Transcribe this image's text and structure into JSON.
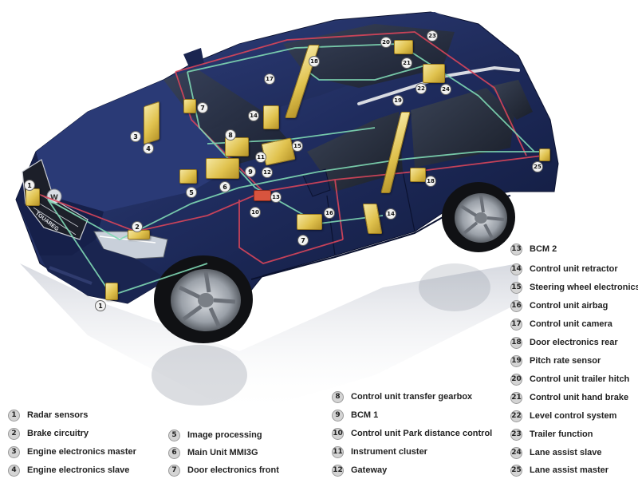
{
  "colors": {
    "body_paint": "#1f2c5e",
    "body_shadow": "#0f1838",
    "component": "#e3c75a",
    "wire_red": "#d8455a",
    "wire_green": "#7fd9b4",
    "legend_text": "#222222",
    "badge_fill": "#d4d4d4"
  },
  "vehicle": {
    "grille_text": "TOUAREG"
  },
  "legend": {
    "columns": [
      [
        {
          "num": "1",
          "label": "Radar sensors"
        },
        {
          "num": "2",
          "label": "Brake circuitry"
        },
        {
          "num": "3",
          "label": "Engine electronics master"
        },
        {
          "num": "4",
          "label": "Engine electronics slave"
        }
      ],
      [
        {
          "num": "5",
          "label": "Image processing"
        },
        {
          "num": "6",
          "label": "Main Unit MMI3G"
        },
        {
          "num": "7",
          "label": "Door electronics front"
        }
      ],
      [
        {
          "num": "8",
          "label": "Control unit transfer gearbox"
        },
        {
          "num": "9",
          "label": "BCM 1"
        },
        {
          "num": "10",
          "label": "Control unit Park distance control"
        },
        {
          "num": "11",
          "label": "Instrument cluster"
        },
        {
          "num": "12",
          "label": "Gateway"
        }
      ],
      [
        {
          "num": "13",
          "label": "BCM 2"
        },
        {
          "num": "14",
          "label": "Control unit retractor"
        },
        {
          "num": "15",
          "label": "Steering wheel electronics"
        },
        {
          "num": "16",
          "label": "Control unit airbag"
        },
        {
          "num": "17",
          "label": "Control unit camera"
        },
        {
          "num": "18",
          "label": "Door electronics rear"
        },
        {
          "num": "19",
          "label": "Pitch rate sensor"
        },
        {
          "num": "20",
          "label": "Control unit trailer hitch"
        },
        {
          "num": "21",
          "label": "Control unit hand brake"
        },
        {
          "num": "22",
          "label": "Level control system"
        },
        {
          "num": "23",
          "label": "Trailer function"
        },
        {
          "num": "24",
          "label": "Lane assist slave"
        },
        {
          "num": "25",
          "label": "Lane assist master"
        }
      ]
    ]
  },
  "callouts": [
    {
      "num": "1"
    },
    {
      "num": "1"
    },
    {
      "num": "2"
    },
    {
      "num": "3"
    },
    {
      "num": "4"
    },
    {
      "num": "5"
    },
    {
      "num": "6"
    },
    {
      "num": "7"
    },
    {
      "num": "7"
    },
    {
      "num": "8"
    },
    {
      "num": "9"
    },
    {
      "num": "10"
    },
    {
      "num": "11"
    },
    {
      "num": "12"
    },
    {
      "num": "13"
    },
    {
      "num": "14"
    },
    {
      "num": "14"
    },
    {
      "num": "15"
    },
    {
      "num": "16"
    },
    {
      "num": "17"
    },
    {
      "num": "18"
    },
    {
      "num": "18"
    },
    {
      "num": "19"
    },
    {
      "num": "20"
    },
    {
      "num": "21"
    },
    {
      "num": "22"
    },
    {
      "num": "23"
    },
    {
      "num": "24"
    },
    {
      "num": "25"
    }
  ]
}
